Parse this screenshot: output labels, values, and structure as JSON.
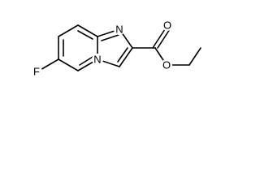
{
  "molecule": {
    "atoms": {
      "fluorine": "F",
      "imine_nitrogen": "N",
      "bridge_nitrogen": "N",
      "carbonyl_oxygen": "O",
      "ester_oxygen": "O"
    },
    "colors": {
      "ink": "#000000",
      "background": "#ffffff"
    }
  }
}
